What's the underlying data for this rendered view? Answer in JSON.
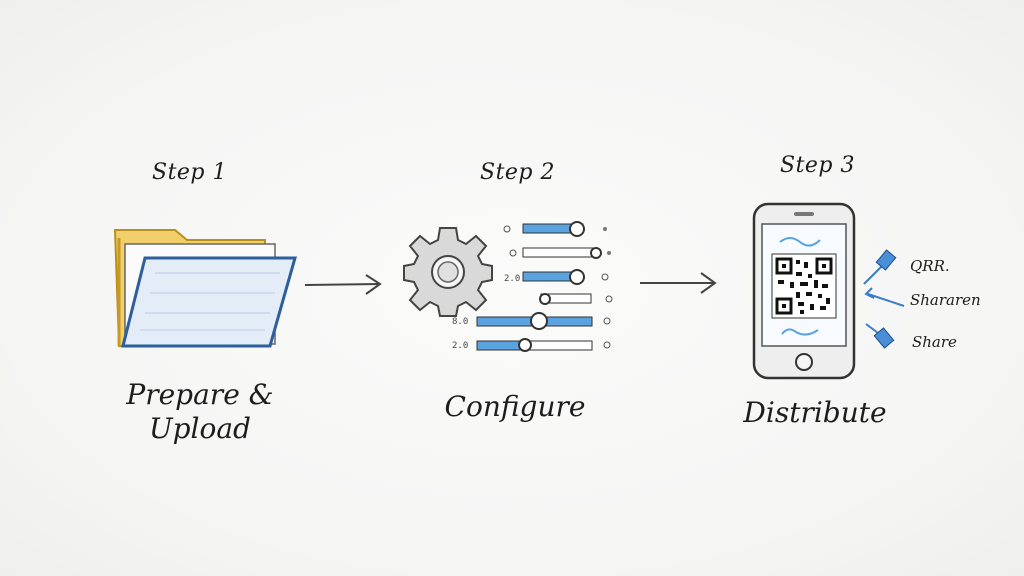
{
  "steps": [
    {
      "label": "Step 1",
      "caption_line1": "Prepare &",
      "caption_line2": "Upload",
      "icon": "folder-icon"
    },
    {
      "label": "Step 2",
      "caption_line1": "Configure",
      "icon": "gear-icon"
    },
    {
      "label": "Step 3",
      "caption_line1": "Distribute",
      "icon": "phone-qr-icon"
    }
  ],
  "slider_side_labels": [
    "2.0",
    "8.0",
    "2.0"
  ],
  "share_options": [
    "QRR.",
    "Shararen",
    "Share"
  ],
  "colors": {
    "folder_yellow": "#e8b93a",
    "folder_blue": "#3b6fb5",
    "slider_blue": "#5aa3e0",
    "ink": "#333333"
  }
}
